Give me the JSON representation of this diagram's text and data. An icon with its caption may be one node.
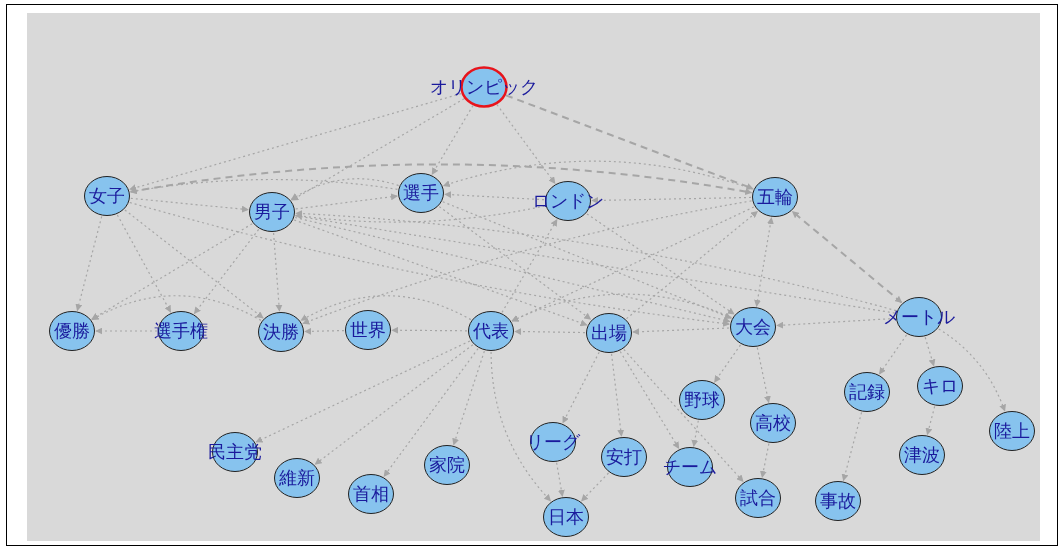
{
  "diagram": {
    "nodes": [
      {
        "text": [
          "オリンピック"
        ]
      },
      {
        "text": [
          "女子"
        ]
      },
      {
        "text": [
          "男子"
        ]
      },
      {
        "text": [
          "選手"
        ]
      },
      {
        "text": [
          "ロンドン"
        ]
      },
      {
        "text": [
          "五輪"
        ]
      },
      {
        "text": [
          "優勝"
        ]
      },
      {
        "text": [
          "選手権"
        ]
      },
      {
        "text": [
          "決勝"
        ]
      },
      {
        "text": [
          "世界"
        ]
      },
      {
        "text": [
          "代表"
        ]
      },
      {
        "text": [
          "出場"
        ]
      },
      {
        "text": [
          "大会"
        ]
      },
      {
        "text": [
          "メートル"
        ]
      },
      {
        "text": [
          "野球"
        ]
      },
      {
        "text": [
          "高校"
        ]
      },
      {
        "text": [
          "記録"
        ]
      },
      {
        "text": [
          "キロ"
        ]
      },
      {
        "text": [
          "陸上"
        ]
      },
      {
        "text": [
          "民主党"
        ]
      },
      {
        "text": [
          "維新"
        ]
      },
      {
        "text": [
          "首相"
        ]
      },
      {
        "text": [
          "家院"
        ]
      },
      {
        "text": [
          "リーグ"
        ]
      },
      {
        "text": [
          "安打"
        ]
      },
      {
        "text": [
          "チーム"
        ]
      },
      {
        "text": [
          "試合"
        ]
      },
      {
        "text": [
          "事故"
        ]
      },
      {
        "text": [
          "津波"
        ]
      },
      {
        "text": [
          "日本"
        ]
      }
    ],
    "edges": [
      {
        "from": 0,
        "to": 1,
        "arrow": "to"
      },
      {
        "from": 0,
        "to": 2,
        "arrow": "to"
      },
      {
        "from": 0,
        "to": 3,
        "arrow": "to"
      },
      {
        "from": 0,
        "to": 4,
        "arrow": "to"
      },
      {
        "from": 0,
        "to": 5,
        "arrow": "to",
        "style": "dashed"
      },
      {
        "from": 1,
        "to": 2,
        "arrow": "to"
      },
      {
        "from": 1,
        "to": 5,
        "arrow": "to",
        "style": "dashed"
      },
      {
        "from": 1,
        "to": 6,
        "arrow": "to"
      },
      {
        "from": 1,
        "to": 7,
        "arrow": "to"
      },
      {
        "from": 1,
        "to": 8,
        "arrow": "to"
      },
      {
        "from": 1,
        "to": 12,
        "arrow": "to"
      },
      {
        "from": 2,
        "to": 3,
        "arrow": "to"
      },
      {
        "from": 2,
        "to": 6,
        "arrow": "to"
      },
      {
        "from": 2,
        "to": 7,
        "arrow": "to"
      },
      {
        "from": 2,
        "to": 8,
        "arrow": "to"
      },
      {
        "from": 2,
        "to": 11,
        "arrow": "to"
      },
      {
        "from": 2,
        "to": 12,
        "arrow": "to"
      },
      {
        "from": 2,
        "to": 13,
        "arrow": "none"
      },
      {
        "from": 3,
        "to": 1,
        "arrow": "to"
      },
      {
        "from": 3,
        "to": 2,
        "arrow": "to"
      },
      {
        "from": 3,
        "to": 11,
        "arrow": "to"
      },
      {
        "from": 3,
        "to": 12,
        "arrow": "to"
      },
      {
        "from": 4,
        "to": 3,
        "arrow": "to"
      },
      {
        "from": 4,
        "to": 2,
        "arrow": "to"
      },
      {
        "from": 4,
        "to": 12,
        "arrow": "to"
      },
      {
        "from": 5,
        "to": 3,
        "arrow": "to"
      },
      {
        "from": 5,
        "to": 4,
        "arrow": "to"
      },
      {
        "from": 5,
        "to": 10,
        "arrow": "to"
      },
      {
        "from": 5,
        "to": 8,
        "arrow": "to"
      },
      {
        "from": 10,
        "to": 4,
        "arrow": "to"
      },
      {
        "from": 11,
        "to": 5,
        "arrow": "to"
      },
      {
        "from": 12,
        "to": 5,
        "arrow": "both"
      },
      {
        "from": 13,
        "to": 5,
        "arrow": "both",
        "style": "dashed"
      },
      {
        "from": 13,
        "to": 2,
        "arrow": "to"
      },
      {
        "from": 13,
        "to": 12,
        "arrow": "to"
      },
      {
        "from": 12,
        "to": 11,
        "arrow": "to"
      },
      {
        "from": 12,
        "to": 10,
        "arrow": "to"
      },
      {
        "from": 11,
        "to": 10,
        "arrow": "to"
      },
      {
        "from": 10,
        "to": 9,
        "arrow": "to"
      },
      {
        "from": 10,
        "to": 8,
        "arrow": "to"
      },
      {
        "from": 9,
        "to": 8,
        "arrow": "to"
      },
      {
        "from": 8,
        "to": 6,
        "arrow": "to"
      },
      {
        "from": 7,
        "to": 6,
        "arrow": "to"
      },
      {
        "from": 13,
        "to": 16,
        "arrow": "to"
      },
      {
        "from": 13,
        "to": 17,
        "arrow": "to"
      },
      {
        "from": 13,
        "to": 18,
        "arrow": "to"
      },
      {
        "from": 17,
        "to": 28,
        "arrow": "to"
      },
      {
        "from": 16,
        "to": 27,
        "arrow": "to"
      },
      {
        "from": 12,
        "to": 14,
        "arrow": "to"
      },
      {
        "from": 12,
        "to": 15,
        "arrow": "to"
      },
      {
        "from": 15,
        "to": 26,
        "arrow": "to"
      },
      {
        "from": 14,
        "to": 25,
        "arrow": "to"
      },
      {
        "from": 11,
        "to": 23,
        "arrow": "to"
      },
      {
        "from": 11,
        "to": 24,
        "arrow": "to"
      },
      {
        "from": 11,
        "to": 25,
        "arrow": "to"
      },
      {
        "from": 11,
        "to": 26,
        "arrow": "to"
      },
      {
        "from": 10,
        "to": 19,
        "arrow": "to"
      },
      {
        "from": 10,
        "to": 20,
        "arrow": "to"
      },
      {
        "from": 10,
        "to": 21,
        "arrow": "to"
      },
      {
        "from": 10,
        "to": 22,
        "arrow": "to"
      },
      {
        "from": 10,
        "to": 29,
        "arrow": "to"
      },
      {
        "from": 23,
        "to": 29,
        "arrow": "to"
      },
      {
        "from": 24,
        "to": 29,
        "arrow": "to"
      }
    ]
  }
}
